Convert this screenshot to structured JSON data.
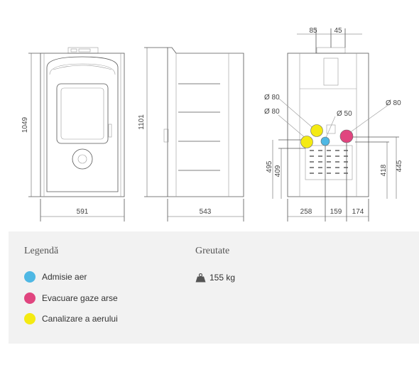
{
  "drawing": {
    "front_view": {
      "height_label": "1049",
      "width_label": "591"
    },
    "side_view": {
      "height_label": "1101",
      "depth_label": "543"
    },
    "rear_view": {
      "top_offsets": [
        "85",
        "45"
      ],
      "pipe_labels": [
        "Ø 80",
        "Ø 80",
        "Ø 80",
        "Ø 50"
      ],
      "left_heights": [
        "495",
        "409"
      ],
      "right_heights": [
        "418",
        "445"
      ],
      "bottom_widths": [
        "258",
        "159",
        "174"
      ]
    }
  },
  "legend": {
    "title": "Legendă",
    "items": [
      {
        "label": "Admisie aer",
        "color": "#4fb8e4"
      },
      {
        "label": "Evacuare gaze arse",
        "color": "#e0457f"
      },
      {
        "label": "Canalizare a aerului",
        "color": "#f4ea12"
      }
    ]
  },
  "weight": {
    "title": "Greutate",
    "value": "155 kg",
    "icon": "weight-icon"
  }
}
